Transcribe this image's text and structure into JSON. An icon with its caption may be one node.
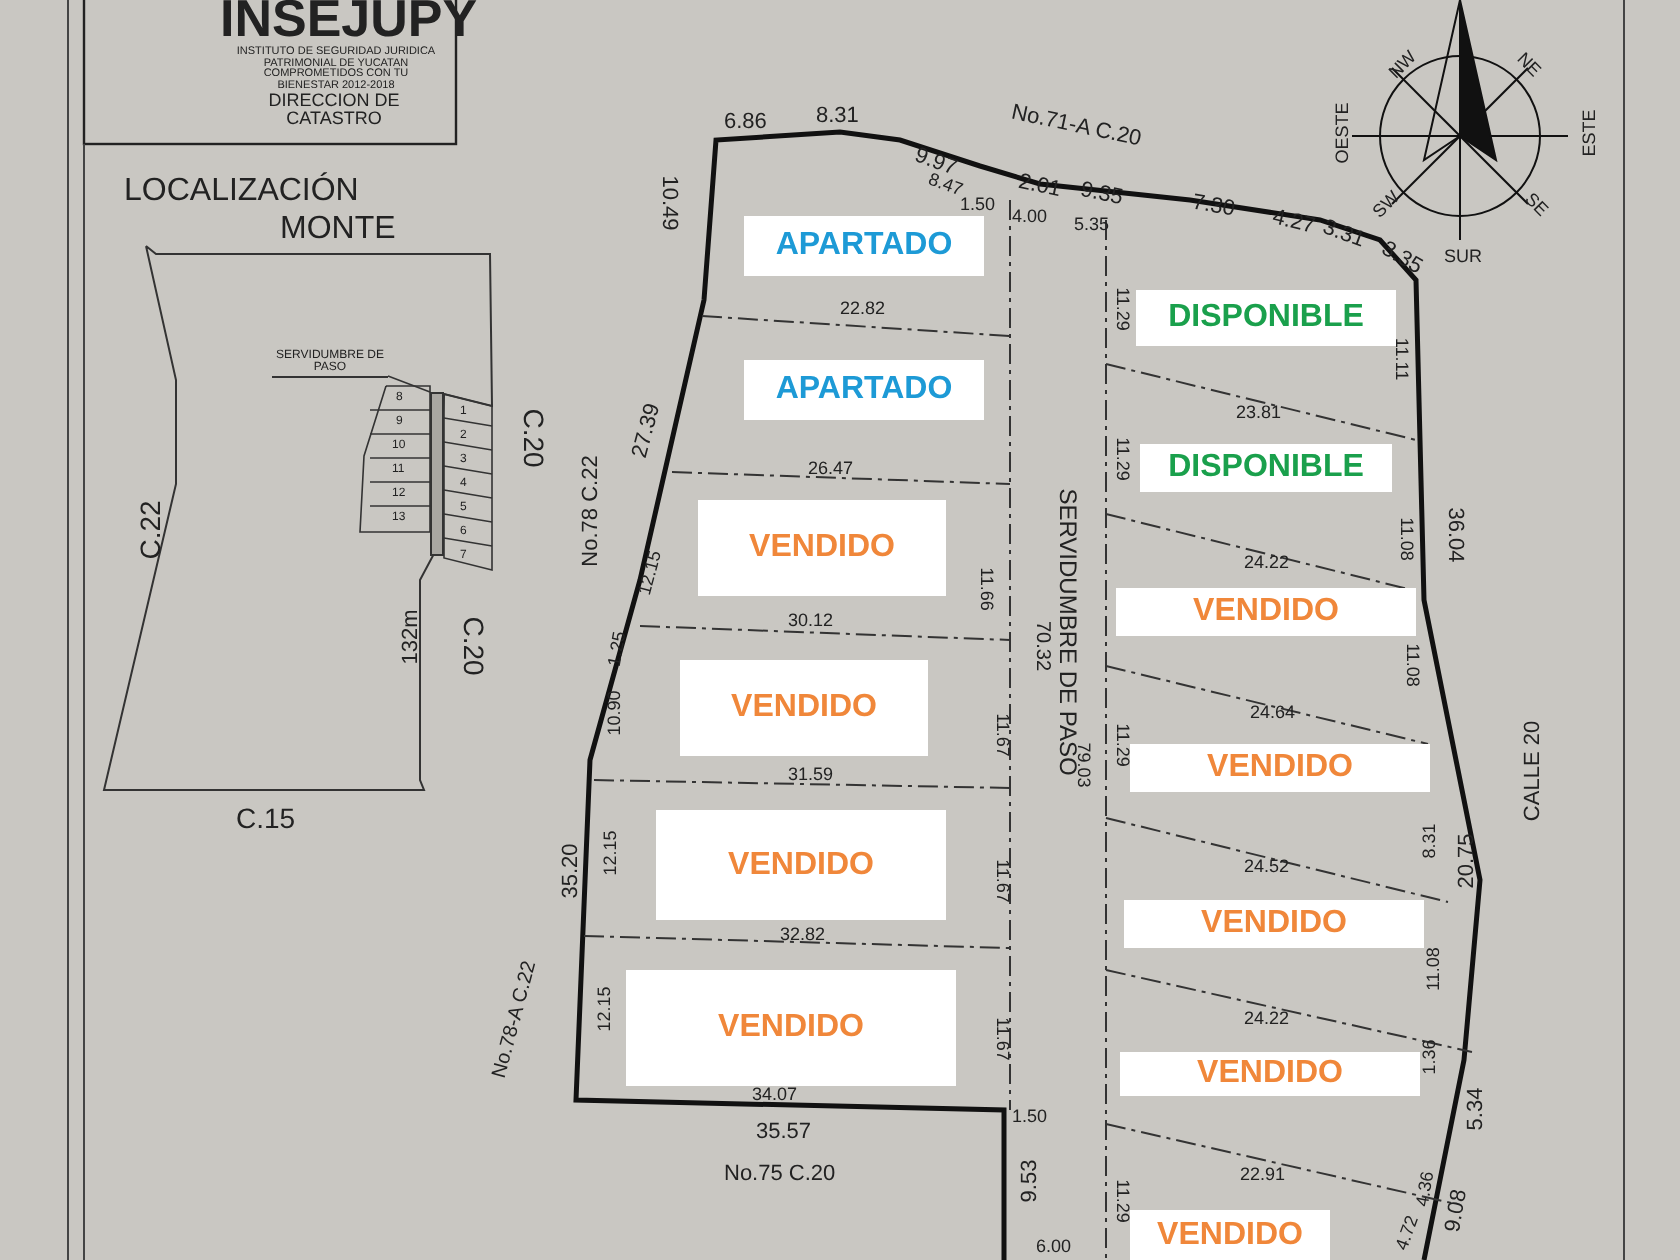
{
  "diagram": {
    "nodes": [
      {
        "text": [
          "APARTADO"
        ]
      },
      {
        "text": [
          "APARTADO"
        ]
      },
      {
        "text": [
          "VENDIDO"
        ]
      },
      {
        "text": [
          "VENDIDO"
        ]
      },
      {
        "text": [
          "VENDIDO"
        ]
      },
      {
        "text": [
          "VENDIDO"
        ]
      },
      {
        "text": [
          "DISPONIBLE"
        ]
      },
      {
        "text": [
          "DISPONIBLE"
        ]
      },
      {
        "text": [
          "VENDIDO"
        ]
      },
      {
        "text": [
          "VENDIDO"
        ]
      },
      {
        "text": [
          "VENDIDO"
        ]
      },
      {
        "text": [
          "VENDIDO"
        ]
      },
      {
        "text": [
          "VENDIDO"
        ]
      },
      {
        "text": [
          "SERVIDUMBRE DE PASO"
        ]
      },
      {
        "text": [],
        "shape": "bar"
      }
    ],
    "edges": [
      {
        "from": 13,
        "to": 14,
        "arrow": "none"
      }
    ],
    "labels": [
      "INSEJUPY",
      "INSTITUTO DE SEGURIDAD JURIDICA PATRIMONIAL DE YUCATAN COMPROMETIDOS CON TU BIENESTAR 2012-2018",
      "DIRECCION DE CATASTRO",
      "LOCALIZACIÓN",
      "MONTE",
      "6.86",
      "8.31",
      "9.97",
      "8.47",
      "No.71-A C.20",
      "2.01",
      "9.35",
      "1.50",
      "4.00",
      "5.35",
      "7.30",
      "4.27",
      "3.31",
      "3.35",
      "NW",
      "NE",
      "OESTE",
      "ESTE",
      "SW",
      "SE",
      "SUR",
      "10.49",
      "22.82",
      "No.78 C.22",
      "27.39",
      "26.47",
      "12.15",
      "11.66",
      "70.32",
      "30.12",
      "1.25",
      "10.90",
      "31.59",
      "35.20",
      "12.15",
      "11.67",
      "32.82",
      "12.15",
      "No.78-A C.22",
      "11.67",
      "11.67",
      "34.07",
      "35.57",
      "1.50",
      "No.75 C.20",
      "9.53",
      "6.00",
      "SERVIDUMBRE DE PASO",
      "79.03",
      "11.29",
      "11.11",
      "23.81",
      "11.29",
      "11.08",
      "36.04",
      "24.22",
      "11.08",
      "24.64",
      "11.29",
      "8.31",
      "CALLE 20",
      "24.52",
      "20.75",
      "11.08",
      "24.22",
      "1.36",
      "5.34",
      "22.91",
      "11.29",
      "4.36",
      "4.72",
      "9.08",
      "C.22",
      "C.20",
      "132m",
      "C.20",
      "C.15",
      "1",
      "2",
      "3",
      "4",
      "5",
      "6",
      "7",
      "8",
      "9",
      "10",
      "11",
      "12",
      "13"
    ]
  }
}
